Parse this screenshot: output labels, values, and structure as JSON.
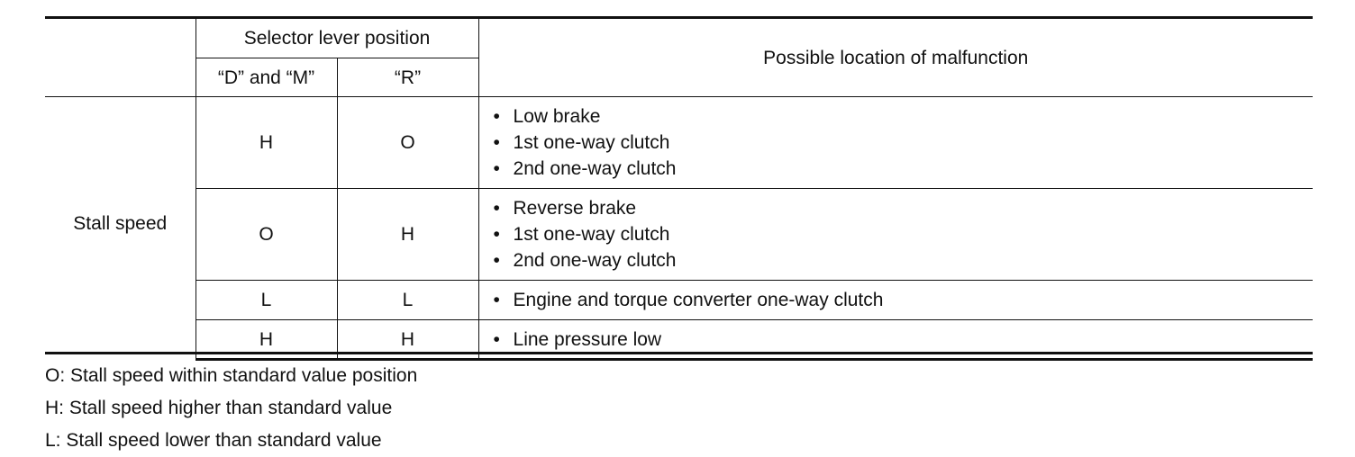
{
  "table": {
    "header": {
      "selector_group": "Selector lever position",
      "col_dm": "“D” and “M”",
      "col_r": "“R”",
      "col_malfunction": "Possible location of malfunction"
    },
    "row_label": "Stall speed",
    "rows": [
      {
        "dm": "H",
        "r": "O",
        "items": [
          "Low brake",
          "1st one-way clutch",
          "2nd one-way clutch"
        ]
      },
      {
        "dm": "O",
        "r": "H",
        "items": [
          "Reverse brake",
          "1st one-way clutch",
          "2nd one-way clutch"
        ]
      },
      {
        "dm": "L",
        "r": "L",
        "items": [
          "Engine and torque converter one-way clutch"
        ]
      },
      {
        "dm": "H",
        "r": "H",
        "items": [
          "Line pressure low"
        ]
      }
    ]
  },
  "legend": [
    "O: Stall speed within standard value position",
    "H: Stall speed higher than standard value",
    "L: Stall speed lower than standard value"
  ]
}
